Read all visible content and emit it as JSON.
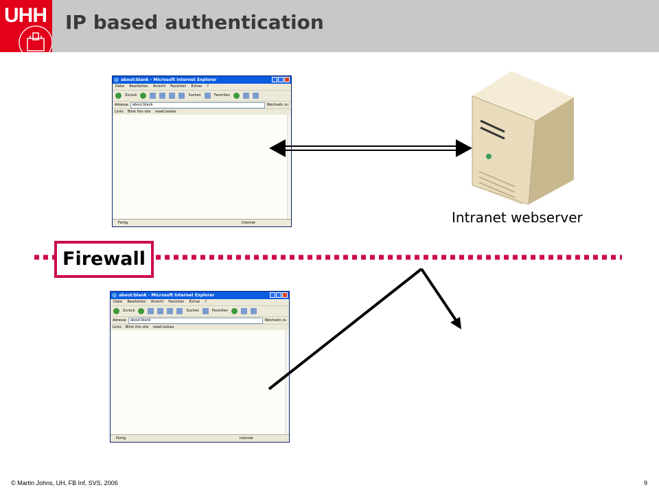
{
  "header": {
    "logo_text": "UHH",
    "title": "IP based authentication"
  },
  "browser": {
    "window_title": "about:blank - Microsoft Internet Explorer",
    "menu": [
      "Datei",
      "Bearbeiten",
      "Ansicht",
      "Favoriten",
      "Extras",
      "?"
    ],
    "toolbar": [
      "Zurück",
      "Suchen",
      "Favoriten"
    ],
    "address_label": "Adresse",
    "address_value": "about:blank",
    "go_label": "Wechseln zu",
    "links_label": "Links",
    "links": [
      "Blink this site",
      "viewCookies"
    ],
    "status_left": "Fertig",
    "status_right": "Internet"
  },
  "diagram": {
    "server_label": "Intranet webserver",
    "firewall_label": "Firewall"
  },
  "colors": {
    "firewall": "#cc0a50",
    "logo": "#e2001a",
    "header_band": "#c8c8c8"
  },
  "footer": {
    "copyright": "© Martin Johns, UH, FB Inf, SVS, 2006",
    "page_number": "9"
  }
}
